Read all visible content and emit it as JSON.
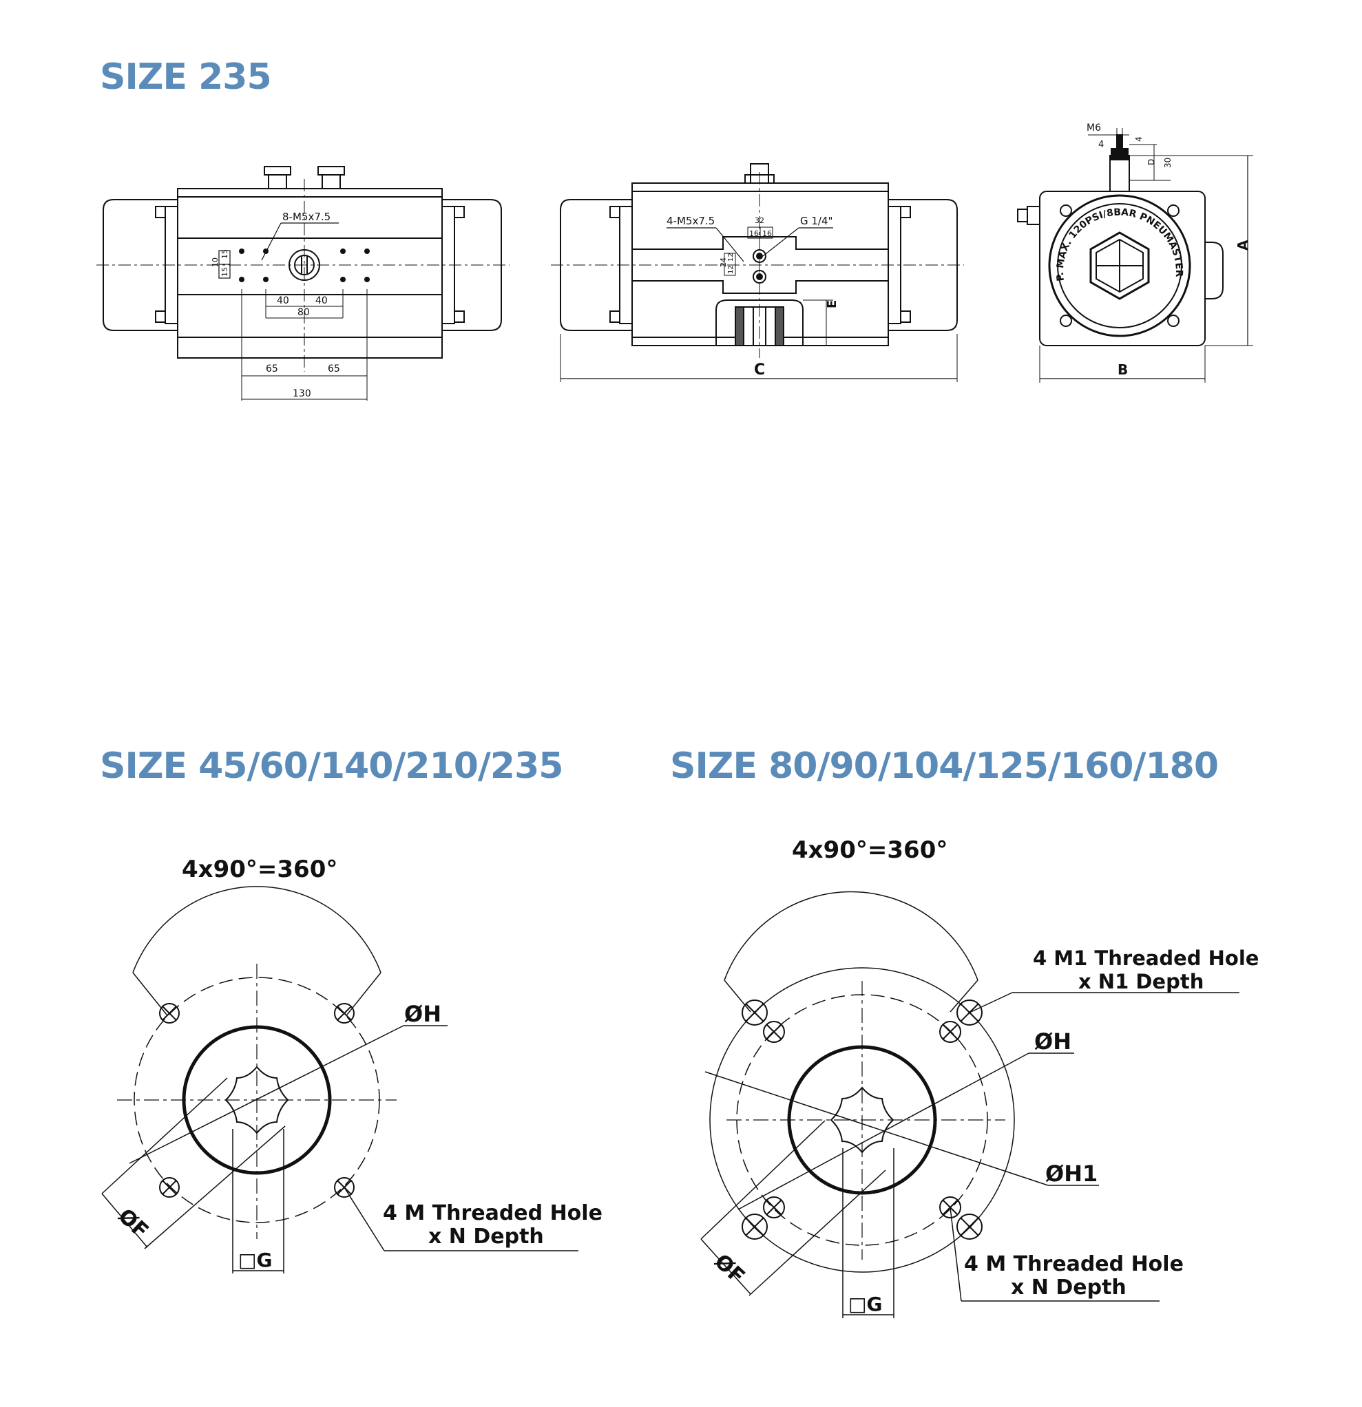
{
  "headings": {
    "top": "SIZE 235",
    "bottom_left": "SIZE 45/60/140/210/235",
    "bottom_right": "SIZE 80/90/104/125/160/180"
  },
  "front_view": {
    "holes_label": "8-M5x7.5",
    "dims": {
      "d10": "10",
      "d15a": "15",
      "d15b": "15",
      "d40a": "40",
      "d40b": "40",
      "d80": "80",
      "d65a": "65",
      "d65b": "65",
      "d130": "130"
    }
  },
  "side_view": {
    "holes_label": "4-M5x7.5",
    "port_label": "G 1/4\"",
    "dims": {
      "d32": "32",
      "d16a": "16",
      "d16b": "16",
      "d24": "24",
      "d12a": "12",
      "d12b": "12",
      "e": "E",
      "c": "C"
    }
  },
  "end_view": {
    "dims": {
      "m6": "M6",
      "d4a": "4",
      "d4b": "4",
      "d": "D",
      "d30": "30",
      "a": "A",
      "b": "B"
    },
    "logo_text": "P. MAX. 120PSI/8BAR PNEUMASTER"
  },
  "left_flange": {
    "angle": "4x90°=360°",
    "dia_h": "ØH",
    "dia_f": "ØF",
    "square_g": "□G",
    "note_line1": "4 M Threaded Hole",
    "note_line2": "x N Depth"
  },
  "right_flange": {
    "angle": "4x90°=360°",
    "note1_line1": "4 M1 Threaded Hole",
    "note1_line2": "x N1 Depth",
    "dia_h": "ØH",
    "dia_h1": "ØH1",
    "dia_f": "ØF",
    "square_g": "□G",
    "note_line1": "4 M Threaded Hole",
    "note_line2": "x N Depth"
  },
  "colors": {
    "heading": "#5b8bb8",
    "line": "#111111"
  }
}
